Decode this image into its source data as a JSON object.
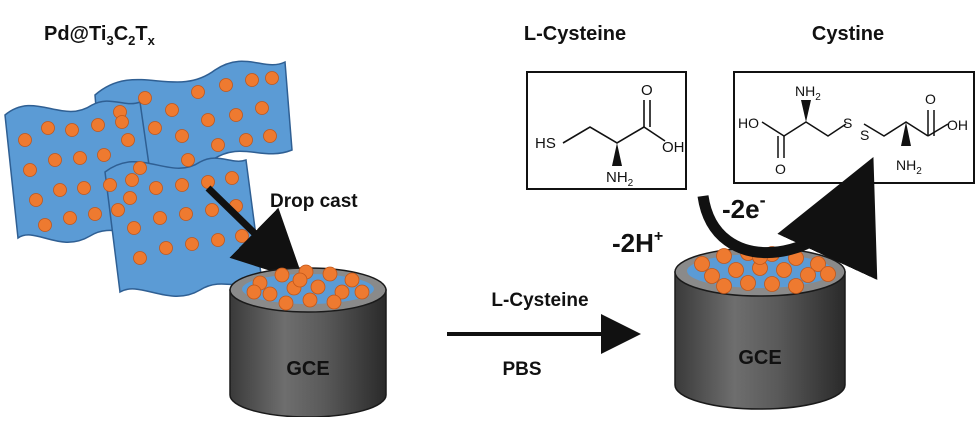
{
  "titles": {
    "material": "Pd@Ti",
    "material_sub1": "3",
    "material_mid": "C",
    "material_sub2": "2",
    "material_t": "T",
    "material_sub3": "x",
    "reactant": "L-Cysteine",
    "product": "Cystine"
  },
  "labels": {
    "drop_cast": "Drop cast",
    "electrode_left": "GCE",
    "electrode_right": "GCE",
    "reagent": "L-Cysteine",
    "buffer": "PBS",
    "proton_loss": "-2H",
    "proton_sup": "+",
    "electron_loss": "-2e",
    "electron_sup": "-"
  },
  "cysteine_structure": {
    "hs": "HS",
    "o": "O",
    "oh": "OH",
    "nh2": "NH",
    "nh2_sub": "2"
  },
  "cystine_structure": {
    "ho": "HO",
    "o_bottom": "O",
    "nh2_top": "NH",
    "nh2_top_sub": "2",
    "s1": "S",
    "s2": "S",
    "o_top": "O",
    "oh": "OH",
    "nh2_bottom": "NH",
    "nh2_bottom_sub": "2"
  },
  "colors": {
    "sheet_blue": "#5b9bd5",
    "sheet_edge": "#2f5f93",
    "particle_orange": "#ee7a30",
    "electrode_gray": "#4a4a4a",
    "electrode_dark": "#2b2b2b",
    "electrode_light": "#8c8c8c"
  }
}
